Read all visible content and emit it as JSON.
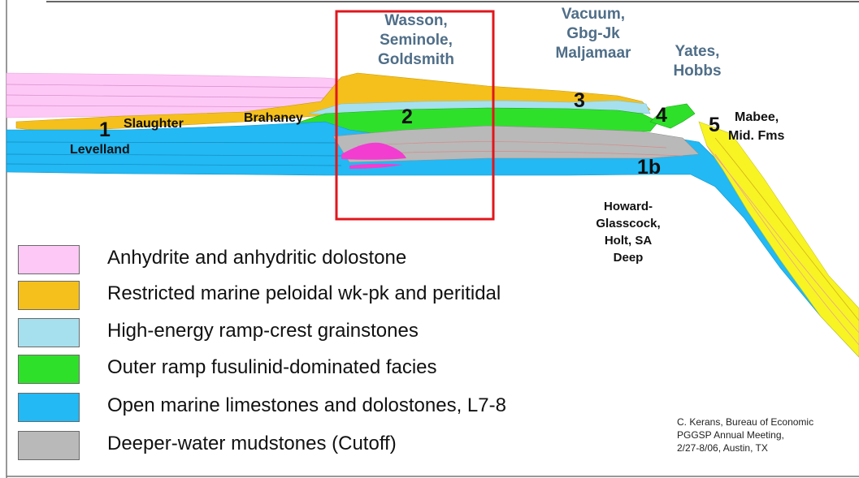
{
  "colors": {
    "anhydrite": "#fdc8f5",
    "restricted": "#f5c01b",
    "grainstone": "#a6e0ee",
    "fusulinid": "#2fe02a",
    "open_marine": "#22b9f4",
    "mudstone": "#b9b9b9",
    "highlight_box": "#e0171c",
    "field_labels": "#4f6e88",
    "evaporite_pink": "#f23dd0",
    "basin_yellow": "#f8f424"
  },
  "field_labels": {
    "wasson": [
      "Wasson,",
      "Seminole,",
      "Goldsmith"
    ],
    "vacuum": [
      "Vacuum,",
      "Gbg-Jk",
      "Maljamaar"
    ],
    "yates": [
      "Yates,",
      "Hobbs"
    ],
    "slaughter": "Slaughter",
    "levelland": "Levelland",
    "brahaney": "Brahaney",
    "mabee": [
      "Mabee,",
      "Mid. Fms"
    ],
    "howard": [
      "Howard-",
      "Glasscock,",
      "Holt, SA",
      "Deep"
    ]
  },
  "zone_numbers": {
    "z1": "1",
    "z1b": "1b",
    "z2": "2",
    "z3": "3",
    "z4": "4",
    "z5": "5"
  },
  "legend": [
    {
      "label": "Anhydrite and anhydritic dolostone",
      "color": "#fdc8f5",
      "icon": "anhydrite-swatch"
    },
    {
      "label": "Restricted marine peloidal wk-pk and peritidal",
      "color": "#f5c01b",
      "icon": "restricted-swatch"
    },
    {
      "label": "High-energy ramp-crest grainstones",
      "color": "#a6e0ee",
      "icon": "grainstone-swatch"
    },
    {
      "label": "Outer ramp fusulinid-dominated facies",
      "color": "#2fe02a",
      "icon": "fusulinid-swatch"
    },
    {
      "label": "Open marine limestones and dolostones, L7-8",
      "color": "#22b9f4",
      "icon": "open-marine-swatch"
    },
    {
      "label": "Deeper-water mudstones (Cutoff)",
      "color": "#b9b9b9",
      "icon": "mudstone-swatch"
    }
  ],
  "credit": [
    "C. Kerans, Bureau of Economic",
    "PGGSP Annual Meeting,",
    "2/27-8/06, Austin, TX"
  ]
}
